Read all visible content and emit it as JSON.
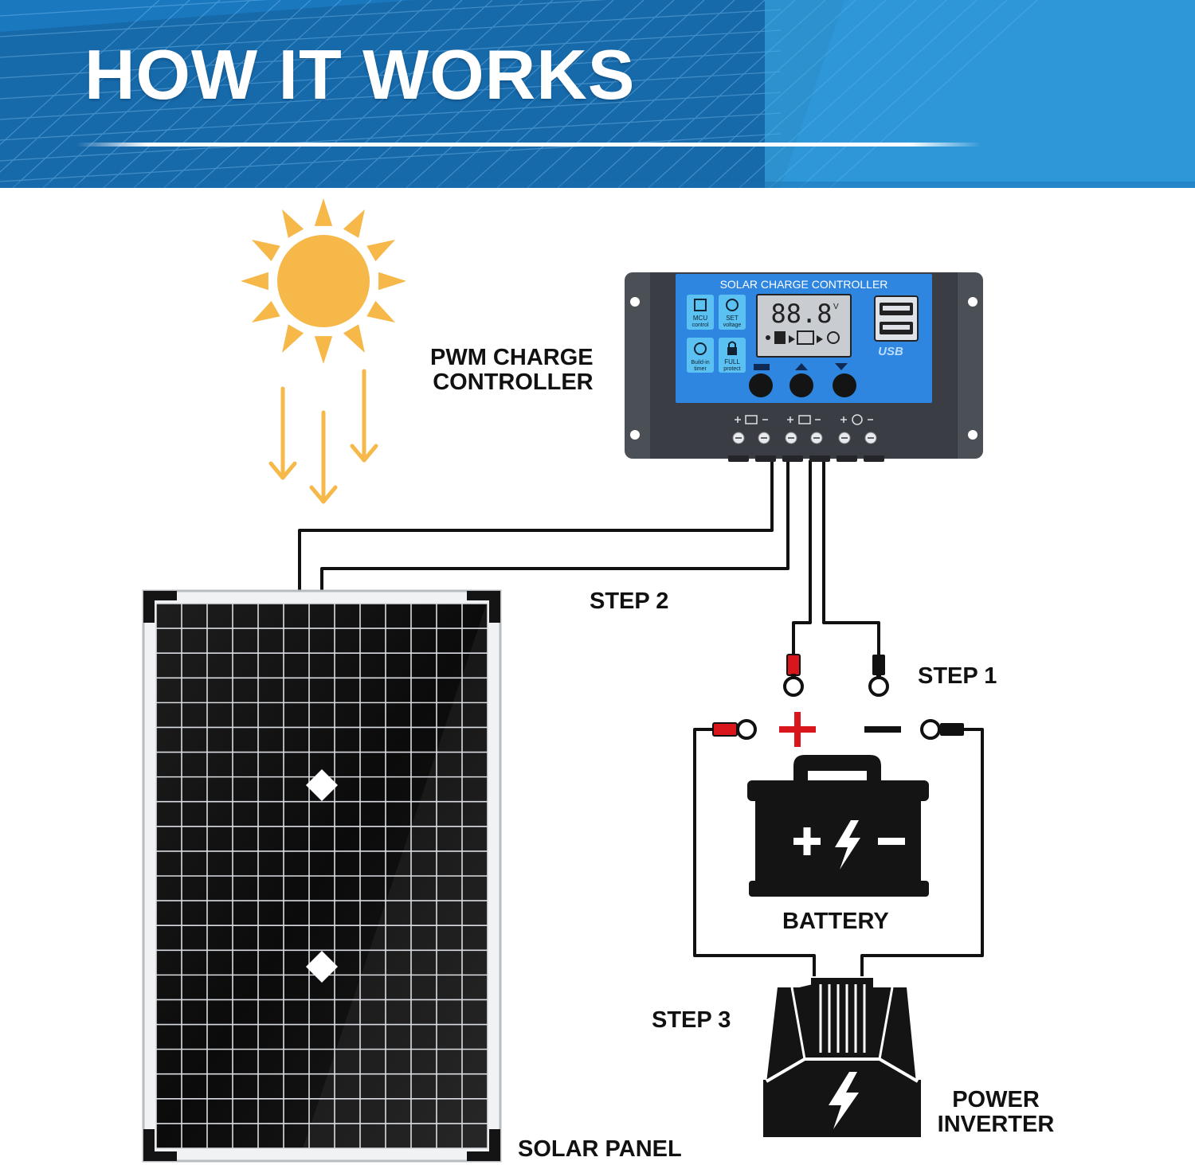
{
  "header": {
    "title": "HOW IT WORKS"
  },
  "controller": {
    "label_line1": "PWM CHARGE",
    "label_line2": "CONTROLLER",
    "device_title": "SOLAR CHARGE CONTROLLER",
    "display_value": "88.8",
    "display_unit": "V",
    "buttons": {
      "mcu": [
        "MCU",
        "control"
      ],
      "set": [
        "SET",
        "voltage"
      ],
      "timer": [
        "Build-in",
        "timer"
      ],
      "protect": [
        "FULL",
        "protect"
      ]
    },
    "usb_label": "USB"
  },
  "steps": {
    "step1": "STEP 1",
    "step2": "STEP 2",
    "step3": "STEP 3"
  },
  "components": {
    "battery": "BATTERY",
    "inverter_line1": "POWER",
    "inverter_line2": "INVERTER",
    "solar_panel": "SOLAR PANEL"
  },
  "colors": {
    "banner_blue": "#1e8ad0",
    "sun": "#f5b849",
    "controller_face": "#2f86e0",
    "positive_red": "#d8161b",
    "wire": "#111111",
    "panel_cell": "#161616"
  }
}
